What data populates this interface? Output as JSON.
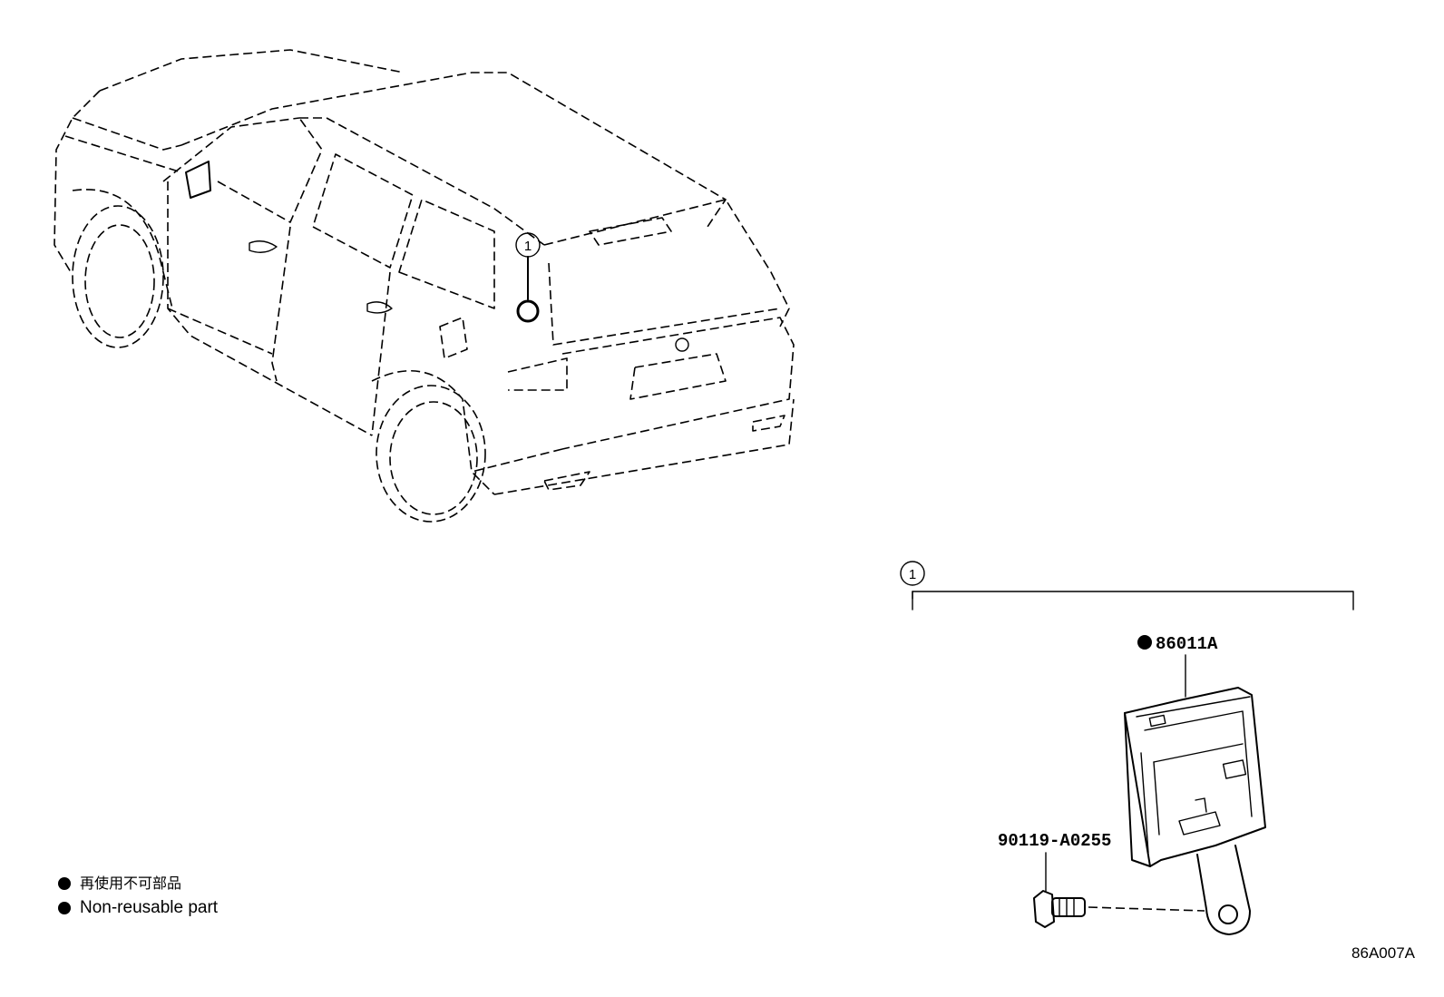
{
  "callout": {
    "number": "1"
  },
  "parts": {
    "module": {
      "number": "86011A",
      "non_reusable": true
    },
    "bolt": {
      "number": "90119-A0255"
    }
  },
  "legend": {
    "jp": "再使用不可部品",
    "en": "Non-reusable part"
  },
  "figure_code": "86A007A"
}
